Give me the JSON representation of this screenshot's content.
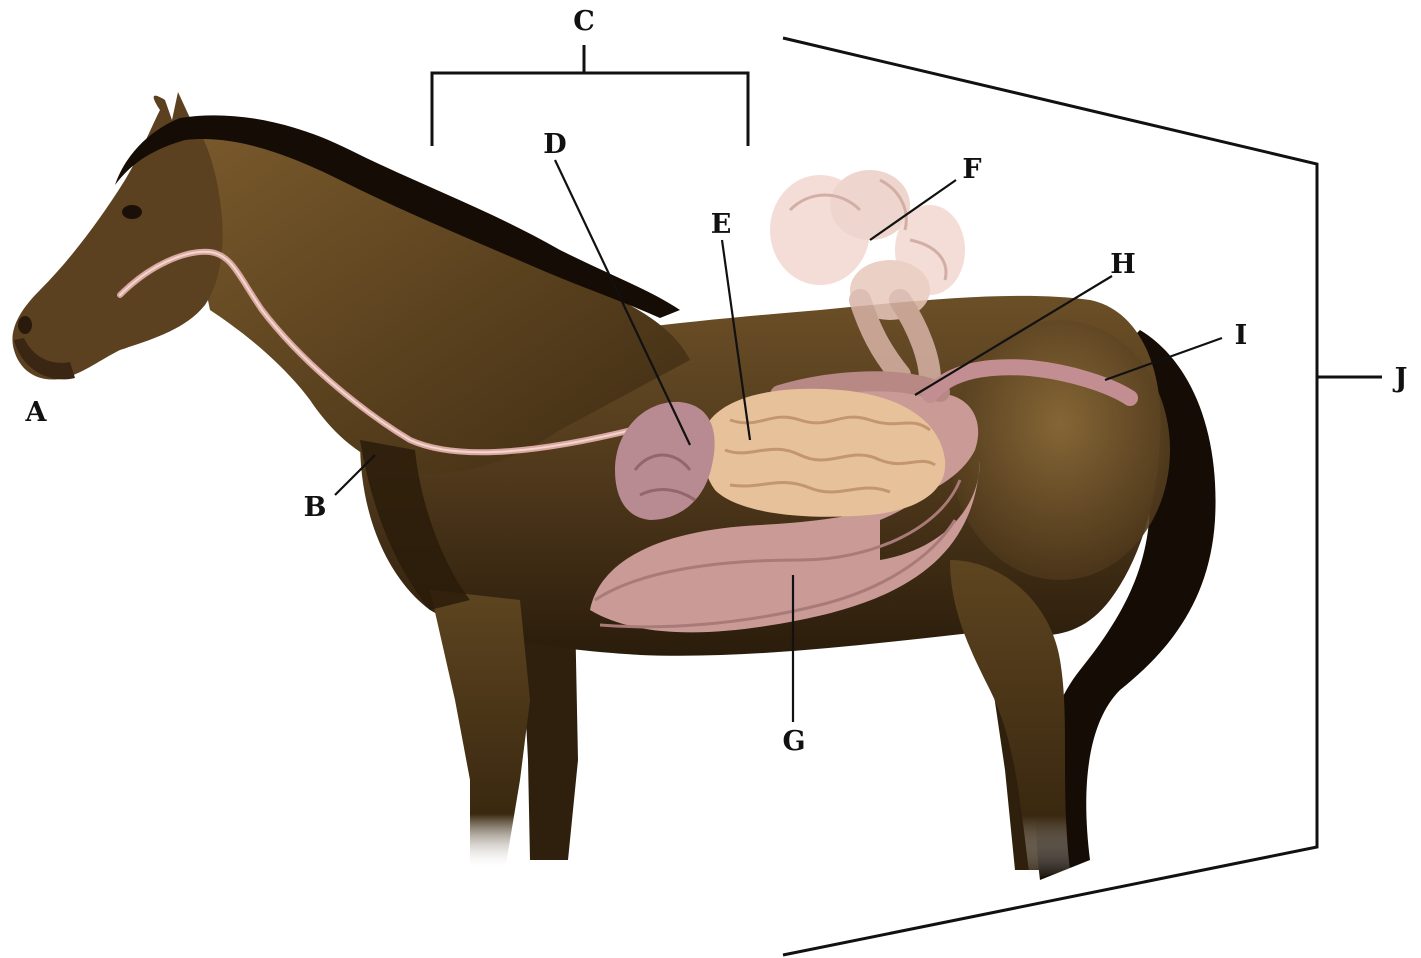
{
  "diagram": {
    "labels": {
      "A": "A",
      "B": "B",
      "C": "C",
      "D": "D",
      "E": "E",
      "F": "F",
      "G": "G",
      "H": "H",
      "I": "I",
      "J": "J"
    }
  },
  "colors": {
    "background": "#ffffff",
    "horse_body": "#5a4220",
    "horse_dark": "#241708",
    "horse_light": "#8a6a38",
    "mane_tail": "#140c05",
    "esophagus": "#d9a8a0",
    "stomach": "#b88a92",
    "small_intestine": "#e7c19a",
    "large_colon": "#c99a96",
    "cecum_pale": "#f1d8d0",
    "line": "#111111"
  }
}
